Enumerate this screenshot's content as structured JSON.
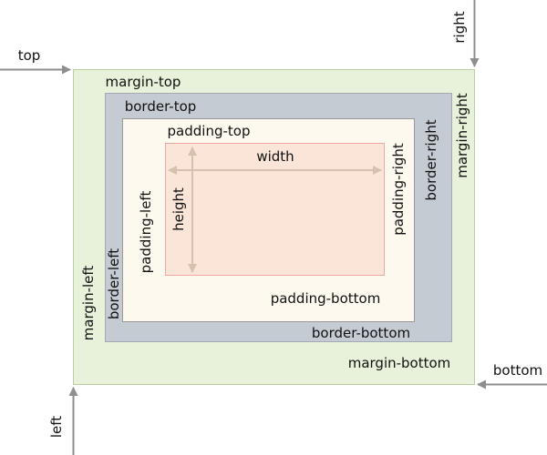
{
  "colors": {
    "margin_fill": "#e8f2da",
    "margin_stroke": "#b9cf9f",
    "border_fill": "#c5cbd3",
    "border_stroke": "#a3aab3",
    "padding_fill": "#fdf9ee",
    "padding_stroke": "#9a9a9a",
    "content_fill": "#fbe5d8",
    "content_stroke": "#f0a8a2",
    "dimension_arrow": "#d6c0ae",
    "position_arrow": "#8e8e8e"
  },
  "position": {
    "top": "top",
    "left": "left",
    "right": "right",
    "bottom": "bottom"
  },
  "margin": {
    "top": "margin-top",
    "left": "margin-left",
    "right": "margin-right",
    "bottom": "margin-bottom"
  },
  "border": {
    "top": "border-top",
    "left": "border-left",
    "right": "border-right",
    "bottom": "border-bottom"
  },
  "padding": {
    "top": "padding-top",
    "left": "padding-left",
    "right": "padding-right",
    "bottom": "padding-bottom"
  },
  "content": {
    "width": "width",
    "height": "height"
  }
}
